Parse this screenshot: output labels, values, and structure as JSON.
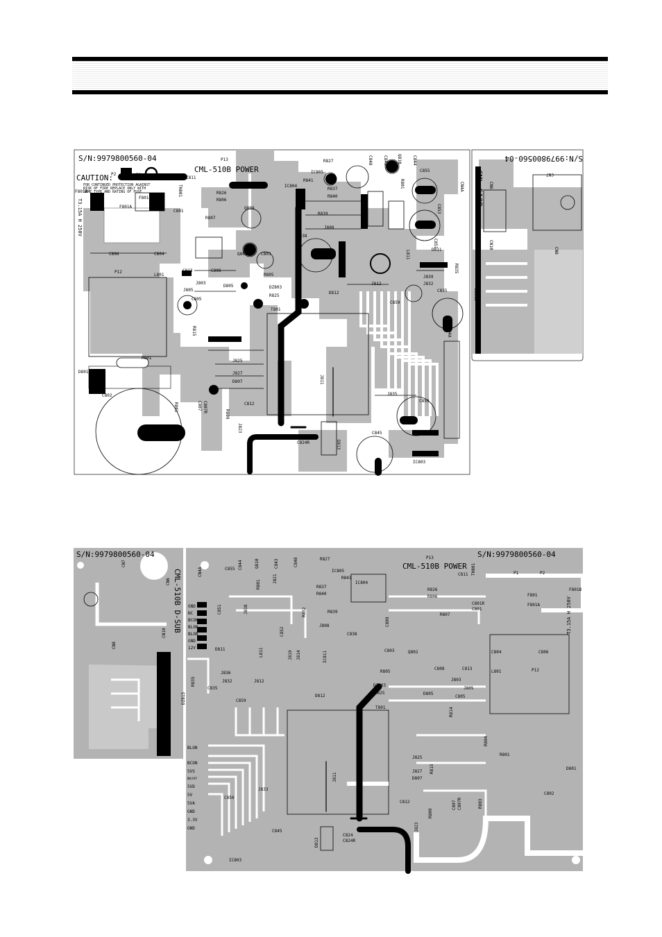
{
  "header": {
    "stripe_color": "#000000"
  },
  "board_top": {
    "serial_left": "S/N:9979800560-04",
    "serial_right": "S/N:9979800560-04",
    "title": "CML-510B POWER",
    "p13": "P13",
    "caution": "CAUTION:",
    "p2": "P2",
    "p1": "P1",
    "caution_text": [
      "FOR CONTINUED PROTECTION AGAINST",
      "RISK OF FIRE REPLACE ONLY WITH",
      "SAME TYPE AND RATING OF FUSE"
    ],
    "fuse": "T3.15A H 250V",
    "dsub": "CML-510B",
    "labels": {
      "f801b": "F801B",
      "f801": "F801",
      "f801a": "F801A",
      "c801": "C801",
      "c811": "C811",
      "th801": "TH801",
      "r826": "R826",
      "r806": "R806",
      "r841": "R841",
      "r807": "R807",
      "q809": "Q809",
      "ic804": "IC804",
      "ic805": "IC805",
      "r827": "R827",
      "r837": "R837",
      "r840": "R840",
      "r839": "R839",
      "j808": "J808",
      "c838": "C838",
      "c848": "C848",
      "c843": "C843",
      "c844": "C844",
      "q810": "Q810",
      "r801": "R801",
      "c855": "C855",
      "c853": "C853",
      "c851": "C851",
      "cn4a": "CN4A",
      "cn6": "CN6",
      "cn10": "CN10",
      "cn7": "CN7",
      "cn8": "CN8",
      "d811": "D811",
      "r835": "R835",
      "j839": "J839",
      "j832": "J832",
      "c835": "C835",
      "dz815": "DZ815",
      "c859": "C859",
      "j812": "J812",
      "d812": "D812",
      "t801": "T801",
      "c806": "C806",
      "c804": "C804",
      "p12": "P12",
      "l801": "L801",
      "c813": "C813",
      "c808": "C808",
      "j803": "J803",
      "j805": "J805",
      "c805": "C805",
      "d805": "D805",
      "dz803": "DZ803",
      "r825": "R825",
      "r805": "R805",
      "q802": "Q802",
      "c803": "C803",
      "r601": "R801",
      "d801": "D801",
      "c802": "C802",
      "j825": "J825",
      "j827": "J827",
      "d807": "D807",
      "c812": "C812",
      "r815": "R815",
      "c807": "C807",
      "c807r": "C807R",
      "r809": "R809",
      "r803": "R803",
      "j823": "J823",
      "j811": "J811",
      "c824": "C824",
      "c824r": "C824R",
      "d813": "D813",
      "c845": "C845",
      "c850": "C850",
      "j835": "J835",
      "ic803": "IC803",
      "cn4b": "CN4A",
      "l811": "L811"
    }
  },
  "board_bottom": {
    "serial_left": "S/N:9979800560-04",
    "serial_right": "S/N:9979800560-04",
    "title": "CML-510B POWER",
    "p13": "P13",
    "p1": "P1",
    "p2": "P2",
    "fuse": "T3.15A H 250V",
    "dsub": "CML-510B D-SUB",
    "pins_top": [
      "GND",
      "NC",
      "BCON",
      "BLON",
      "BLON",
      "GND",
      "12V"
    ],
    "pins_bottom": [
      "BLON",
      "BCON",
      "5VS",
      "BN/OFF",
      "5VD",
      "5V",
      "5VA",
      "GND",
      "3.3V",
      "GND"
    ],
    "labels": {
      "f801b": "F801B",
      "f801": "F801",
      "f801a": "F801A",
      "c801r": "C801R",
      "c801": "C801",
      "c811": "C811",
      "th801": "TH801",
      "c844": "C844",
      "q810": "Q810",
      "c843": "C843",
      "c848": "C848",
      "r827": "R827",
      "ic805": "IC805",
      "r841": "R841",
      "r837": "R837",
      "r840": "R840",
      "ic804": "IC804",
      "r826": "R826",
      "r806": "R806",
      "r807": "R807",
      "c855": "C855",
      "r801": "R801",
      "j821": "J821",
      "j838": "J838",
      "r832": "R832",
      "r839": "R839",
      "j808": "J808",
      "c838": "C838",
      "cn4a": "CN4A",
      "cn7": "CN7",
      "cn6": "CN6",
      "cn10": "CN10",
      "cn8": "CN8",
      "c851": "C851",
      "c852": "C852",
      "d811": "D811",
      "l811": "L811",
      "j819": "J819",
      "j814": "J814",
      "ic811": "IC811",
      "j836": "J836",
      "j832": "J832",
      "c835": "C835",
      "j812": "J812",
      "r835": "R835",
      "dz815": "DZ815",
      "c859": "C859",
      "d812": "D812",
      "t801": "T801",
      "c804": "C804",
      "c806": "C806",
      "l801": "L801",
      "p12": "P12",
      "c808": "C808",
      "c813": "C813",
      "j803": "J803",
      "j805": "J805",
      "c805": "C805",
      "d805": "D805",
      "dz803": "DZ803",
      "r805": "R805",
      "r825": "R825",
      "q802": "Q802",
      "c803": "C803",
      "c809": "C809",
      "r814": "R814",
      "r604": "R804",
      "r801b": "R801",
      "d801": "D801",
      "c802": "C802",
      "j825": "J825",
      "j827": "J827",
      "d807": "D807",
      "c812": "C812",
      "r815": "R815",
      "c807": "C807",
      "c807r": "C807R",
      "r809": "R809",
      "r803": "R803",
      "j823": "J823",
      "j811": "J811",
      "c824": "C824",
      "c824r": "C824R",
      "d813": "D813",
      "c845": "C845",
      "c850": "C850",
      "j833": "J833",
      "ic803": "IC803"
    }
  }
}
